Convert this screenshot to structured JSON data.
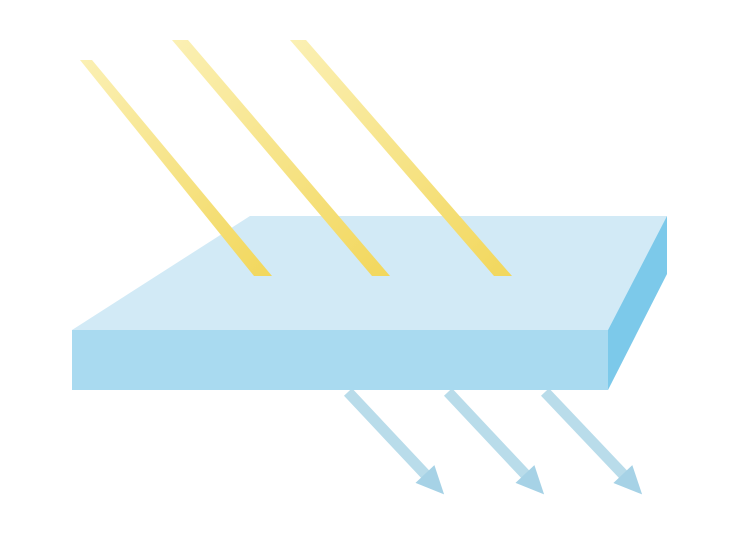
{
  "diagram": {
    "colors": {
      "background": "#ffffff",
      "incoming_ray_light": "#fbf0b4",
      "incoming_ray_dark": "#f2d75c",
      "slab_top": "#d2eaf6",
      "slab_front": "#a9daf0",
      "slab_side": "#7cc9ea",
      "outgoing_ray": "#b9dcea",
      "outgoing_arrowhead": "#a6d2e6"
    },
    "incoming_rays": [
      {
        "name": "incoming-ray-1"
      },
      {
        "name": "incoming-ray-2"
      },
      {
        "name": "incoming-ray-3"
      }
    ],
    "outgoing_rays": [
      {
        "name": "outgoing-ray-1"
      },
      {
        "name": "outgoing-ray-2"
      },
      {
        "name": "outgoing-ray-3"
      }
    ]
  }
}
